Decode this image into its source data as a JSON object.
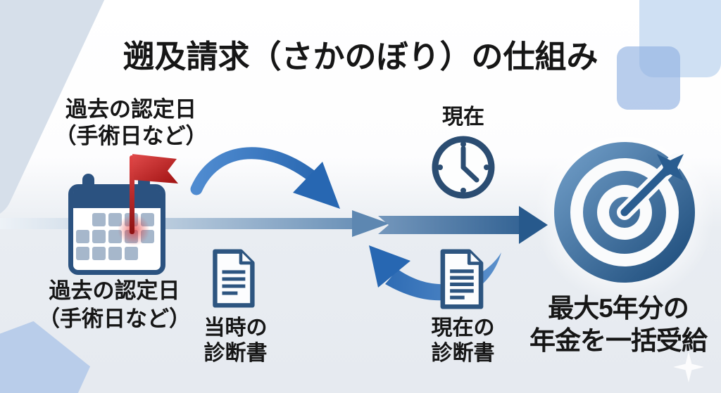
{
  "title": "遡及請求（さかのぼり）の仕組み",
  "labels": {
    "past_top_line1": "過去の認定日",
    "past_top_line2": "（手術日など）",
    "past_bottom_line1": "過去の認定日",
    "past_bottom_line2": "（手術日など）",
    "then_cert_line1": "当時の",
    "then_cert_line2": "診断書",
    "now": "現在",
    "now_cert_line1": "現在の",
    "now_cert_line2": "診断書",
    "result_line1": "最大5年分の",
    "result_line2": "年金を一括受給"
  },
  "icons": {
    "past_marker": "calendar-with-red-flag-icon",
    "then_certificate": "document-icon",
    "now_marker": "clock-icon",
    "now_certificate": "document-icon",
    "goal": "target-with-dart-icon"
  },
  "colors": {
    "text": "#161616",
    "icon_navy": "#2b5280",
    "flag_red": "#c22424",
    "curve_arrow_blue": "#2f77c4",
    "timeline_light_start": "#edf2f7",
    "timeline_light_end": "#5d87b1",
    "timeline_dark": "#27598c",
    "background_top": "#ffffff",
    "background_bottom": "#e6eaf0",
    "decoration_blue": "#b9cdea"
  }
}
